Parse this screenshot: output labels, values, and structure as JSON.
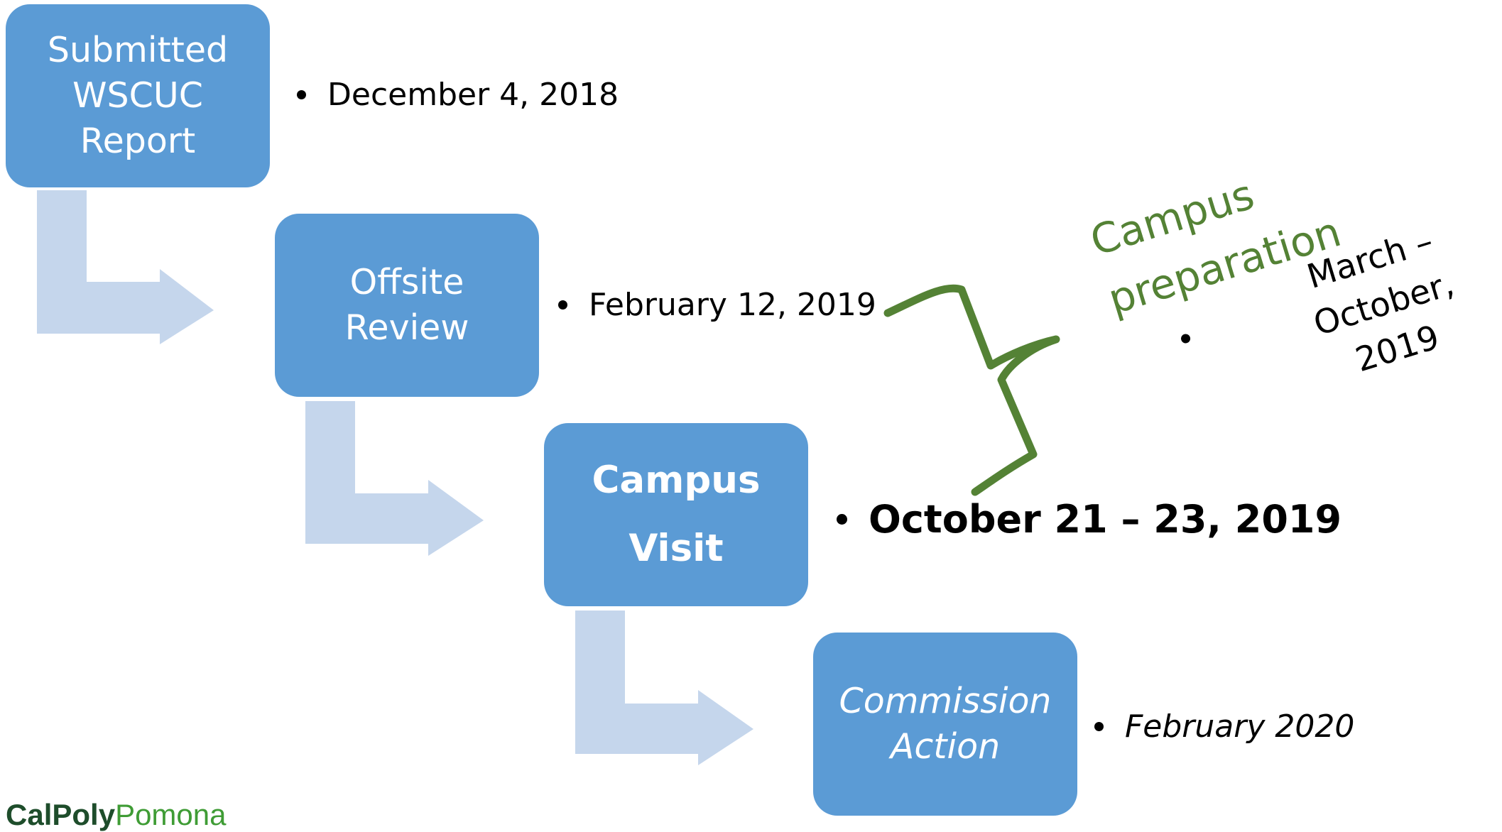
{
  "steps": [
    {
      "label": "Submitted\nWSCUC\nReport",
      "date": "December 4, 2018"
    },
    {
      "label": "Offsite\nReview",
      "date": "February 12, 2019"
    },
    {
      "label": "Campus\nVisit",
      "date": "October 21 – 23, 2019"
    },
    {
      "label": "Commission\nAction",
      "date": "February 2020"
    }
  ],
  "annotation": {
    "title": "Campus\npreparation",
    "detail": "March – October,\n2019"
  },
  "logo": {
    "part1": "CalPoly",
    "part2": "Pomona"
  },
  "colors": {
    "box_fill": "#5b9bd5",
    "arrow_fill": "#c5d6ec",
    "annotation_green": "#548235",
    "logo_part1": "#1e4d2b",
    "logo_part2": "#3f9c35"
  }
}
